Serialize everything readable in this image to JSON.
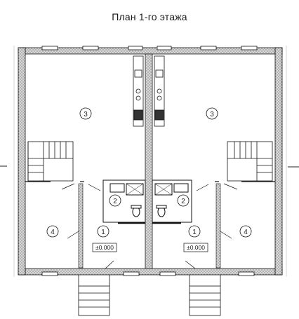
{
  "title": "План 1-го этажа",
  "rooms": {
    "left_main": "3",
    "right_main": "3",
    "left_bath": "2",
    "right_bath": "2",
    "left_hall": "1",
    "right_hall": "1",
    "left_side": "4",
    "right_side": "4"
  },
  "levels": {
    "left": "±0.000",
    "right": "±0.000"
  }
}
